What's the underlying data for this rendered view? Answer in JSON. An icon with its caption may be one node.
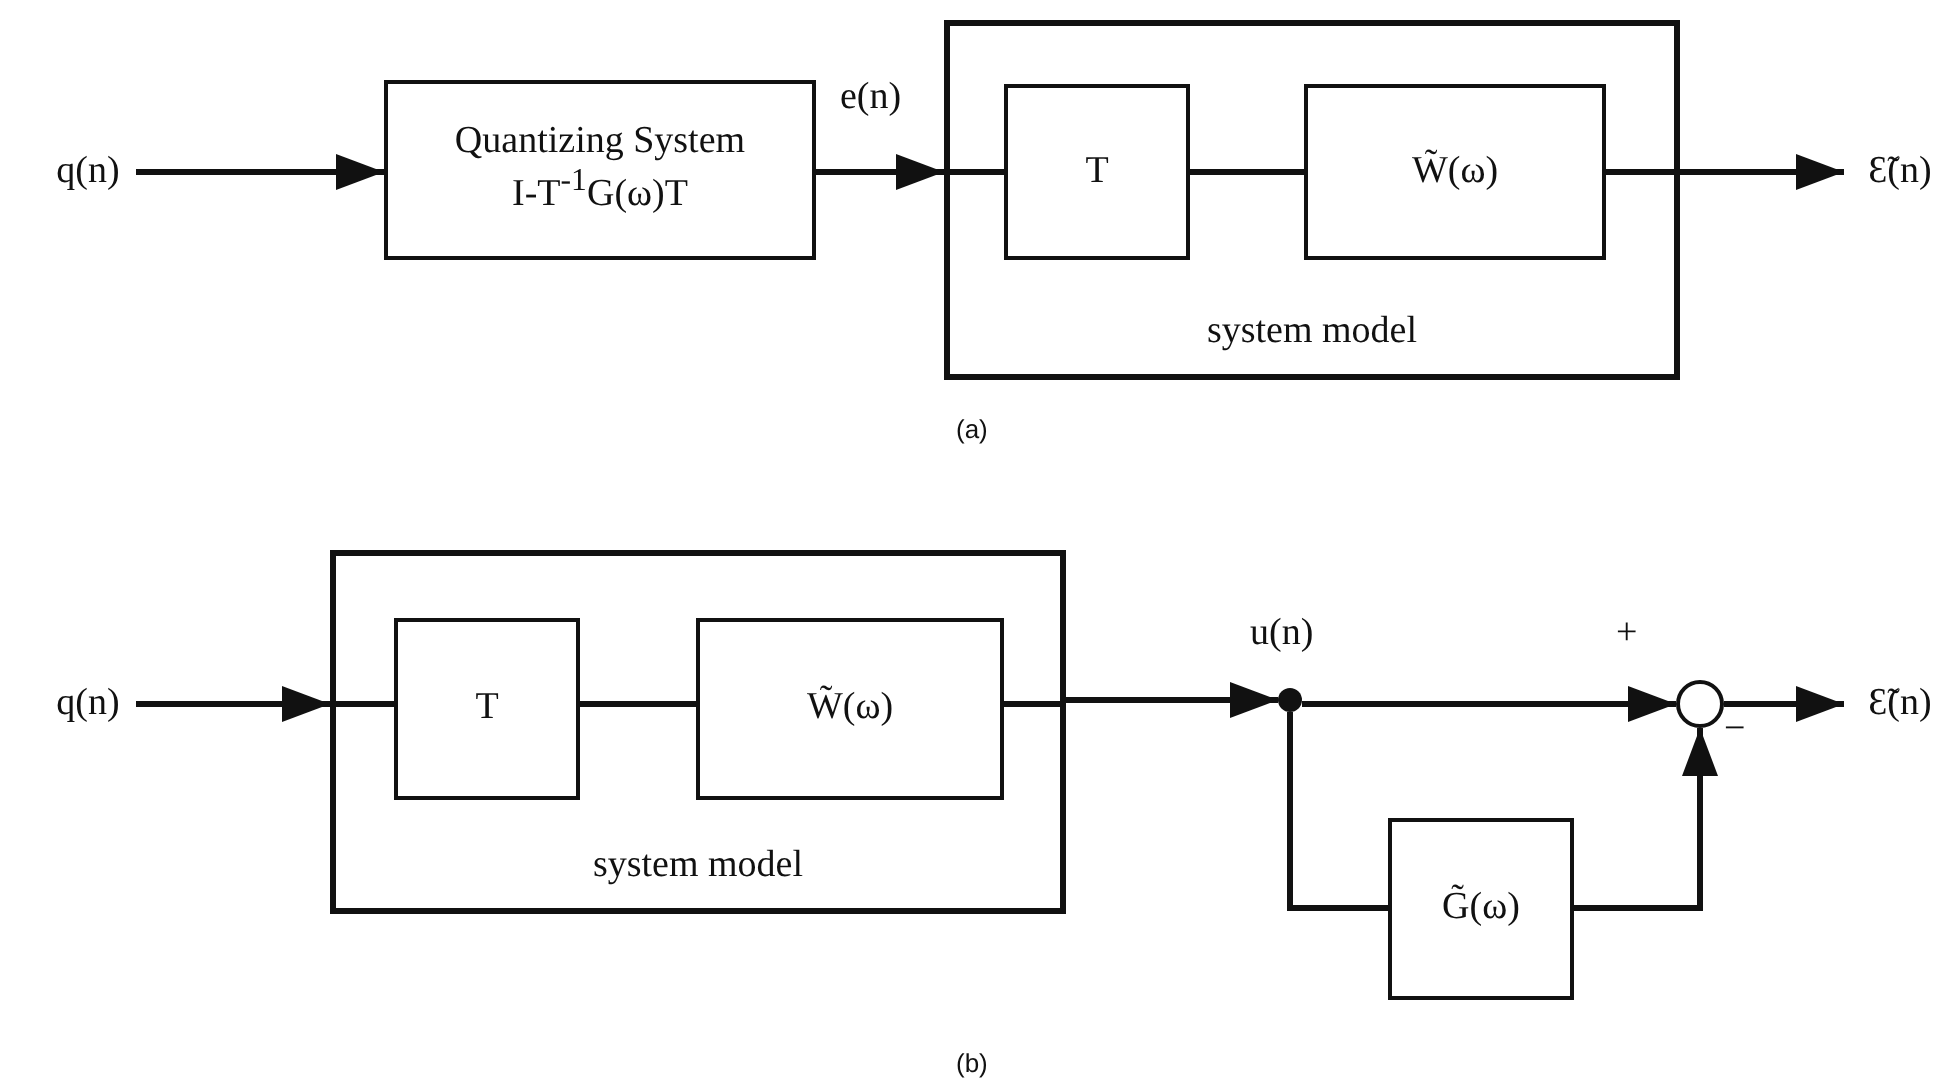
{
  "diagram": {
    "nodes": [
      {
        "text": [
          "q(n)"
        ]
      },
      {
        "text": [
          "Quantizing System",
          "I-T$^{-1}$G(ω)T"
        ]
      },
      {
        "text": [
          "system model"
        ]
      },
      {
        "text": [
          "T"
        ],
        "in": 2
      },
      {
        "text": [
          "W̃(ω)"
        ],
        "in": 2
      },
      {
        "text": [
          "Ɛ̃(n)"
        ]
      },
      {
        "text": [
          "q(n)"
        ]
      },
      {
        "text": [
          "system model"
        ]
      },
      {
        "text": [
          "T"
        ],
        "in": 7
      },
      {
        "text": [
          "W̃(ω)"
        ],
        "in": 7
      },
      {
        "text": [],
        "shape": "circle",
        "beside": [
          "u(n)"
        ]
      },
      {
        "text": [],
        "shape": "circle",
        "beside": [
          "+",
          "−"
        ]
      },
      {
        "text": [
          "G̃(ω)"
        ]
      },
      {
        "text": [
          "Ɛ̃(n)"
        ]
      }
    ],
    "edges": [
      {
        "from": 0,
        "to": 1,
        "arrow": "to"
      },
      {
        "from": 1,
        "to": 2,
        "arrow": "to",
        "label": "e(n)"
      },
      {
        "from": 2,
        "to": 3,
        "arrow": "none"
      },
      {
        "from": 3,
        "to": 4,
        "arrow": "none"
      },
      {
        "from": 4,
        "to": 2,
        "arrow": "none"
      },
      {
        "from": 2,
        "to": 5,
        "arrow": "to"
      },
      {
        "from": 6,
        "to": 7,
        "arrow": "to"
      },
      {
        "from": 7,
        "to": 8,
        "arrow": "none"
      },
      {
        "from": 8,
        "to": 9,
        "arrow": "none"
      },
      {
        "from": 9,
        "to": 7,
        "arrow": "none"
      },
      {
        "from": 7,
        "to": 10,
        "arrow": "to"
      },
      {
        "from": 10,
        "to": 11,
        "arrow": "to"
      },
      {
        "from": 10,
        "to": 12,
        "arrow": "none"
      },
      {
        "from": 12,
        "to": 11,
        "arrow": "to"
      },
      {
        "from": 11,
        "to": 13,
        "arrow": "to"
      }
    ],
    "labels": [
      "(a)",
      "(b)"
    ]
  }
}
